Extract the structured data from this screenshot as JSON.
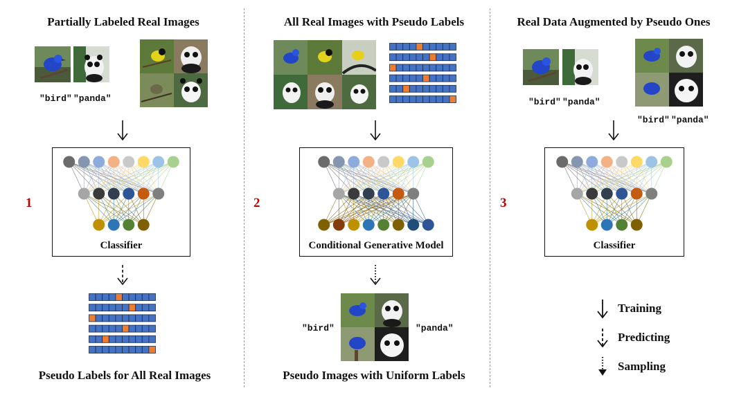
{
  "columns": [
    {
      "id": "col1",
      "title": "Partially Labeled Real Images",
      "step": "1",
      "network_label": "Classifier",
      "bottom_title": "Pseudo Labels for All Real Images",
      "labels": [
        "\"bird\"",
        "\"panda\""
      ]
    },
    {
      "id": "col2",
      "title": "All Real Images with Pseudo Labels",
      "step": "2",
      "network_label": "Conditional Generative Model",
      "bottom_title": "Pseudo Images with Uniform Labels",
      "labels": [
        "\"bird\"",
        "\"panda\""
      ]
    },
    {
      "id": "col3",
      "title": "Real Data Augmented by Pseudo Ones",
      "step": "3",
      "network_label": "Classifier",
      "labels_real": [
        "\"bird\"",
        "\"panda\""
      ],
      "labels_pseudo": [
        "\"bird\"",
        "\"panda\""
      ]
    }
  ],
  "legend": [
    {
      "icon": "solid-arrow-icon",
      "label": "Training"
    },
    {
      "icon": "dashed-arrow-icon",
      "label": "Predicting"
    },
    {
      "icon": "dotted-arrow-icon",
      "label": "Sampling"
    }
  ],
  "colors": {
    "label_cell": "#4472c4",
    "label_hot": "#ed7d31",
    "step_number": "#c00000"
  },
  "pseudo_label_hot_index": [
    4,
    6,
    0,
    5,
    2,
    9
  ],
  "net_colors": {
    "top": [
      "#6b6b6b",
      "#8496b0",
      "#8faadc",
      "#f4b183",
      "#c9c9c9",
      "#ffd966",
      "#9dc3e6",
      "#a9d18e"
    ],
    "middle": [
      "#a6a6a6",
      "#3b3b3b",
      "#333f50",
      "#2f5597",
      "#c55a11",
      "#7f7f7f"
    ],
    "bottom_4": [
      "#bf9000",
      "#2e75b6",
      "#548235",
      "#7f6000"
    ],
    "bottom_8": [
      "#7f6000",
      "#843c0c",
      "#bf9000",
      "#2e75b6",
      "#548235",
      "#7f6000",
      "#1f4e79",
      "#2f5597"
    ]
  }
}
